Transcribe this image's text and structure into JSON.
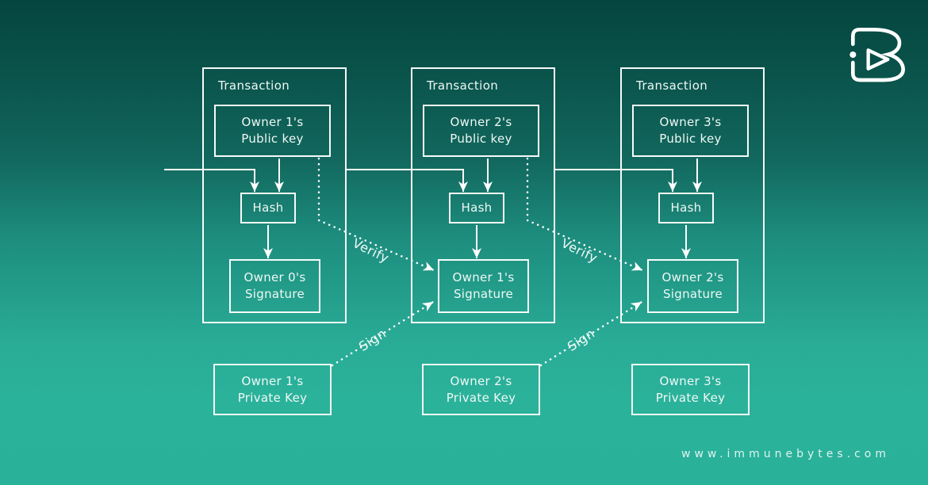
{
  "background": {
    "gradient_top": "#05453f",
    "gradient_bottom": "#2ab19a"
  },
  "branding": {
    "logo_name": "immunebytes-ib-logo",
    "logo_color": "#ffffff",
    "website": "www.immunebytes.com"
  },
  "diagram": {
    "type": "blockchain-transaction-chain",
    "line_color": "#ffffff",
    "transactions": [
      {
        "title": "Transaction",
        "public_key": {
          "line1": "Owner 1's",
          "line2": "Public key"
        },
        "hash": "Hash",
        "signature": {
          "line1": "Owner 0's",
          "line2": "Signature"
        },
        "private_key": {
          "line1": "Owner 1's",
          "line2": "Private Key"
        }
      },
      {
        "title": "Transaction",
        "public_key": {
          "line1": "Owner 2's",
          "line2": "Public key"
        },
        "hash": "Hash",
        "signature": {
          "line1": "Owner 1's",
          "line2": "Signature"
        },
        "private_key": {
          "line1": "Owner 2's",
          "line2": "Private Key"
        }
      },
      {
        "title": "Transaction",
        "public_key": {
          "line1": "Owner 3's",
          "line2": "Public key"
        },
        "hash": "Hash",
        "signature": {
          "line1": "Owner 2's",
          "line2": "Signature"
        },
        "private_key": {
          "line1": "Owner 3's",
          "line2": "Private Key"
        }
      }
    ],
    "links": [
      {
        "label": "Verify"
      },
      {
        "label": "Sign"
      },
      {
        "label": "Verify"
      },
      {
        "label": "Sign"
      }
    ]
  }
}
